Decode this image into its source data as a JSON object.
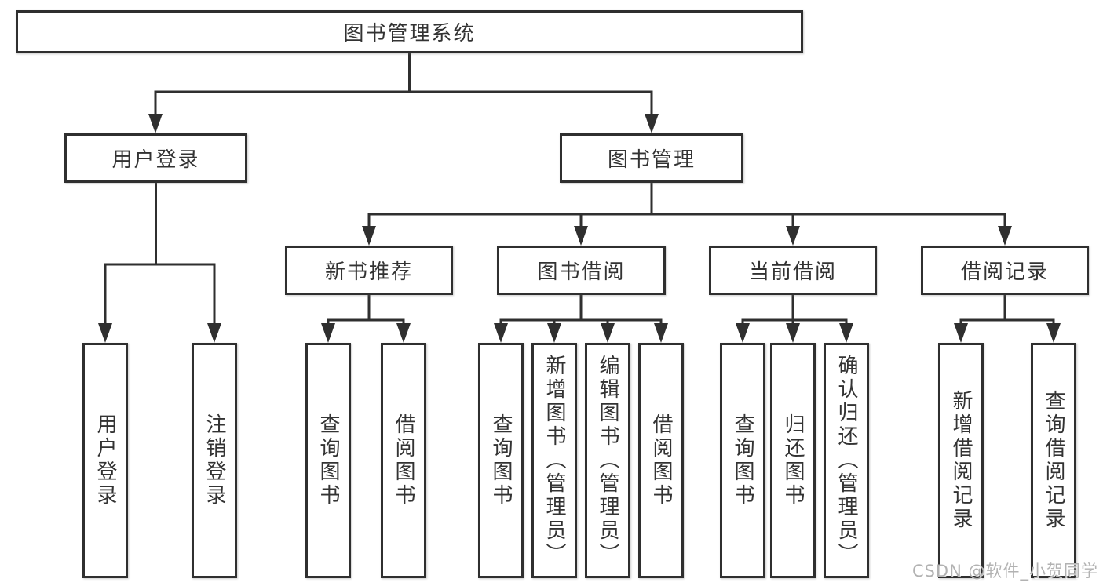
{
  "diagram": {
    "title": "图书管理系统",
    "type": "hierarchy-tree"
  },
  "tree": {
    "root": {
      "label": "图书管理系统"
    },
    "level2": [
      {
        "label": "用户登录"
      },
      {
        "label": "图书管理"
      }
    ],
    "level3": [
      {
        "label": "新书推荐",
        "parent": "图书管理"
      },
      {
        "label": "图书借阅",
        "parent": "图书管理"
      },
      {
        "label": "当前借阅",
        "parent": "图书管理"
      },
      {
        "label": "借阅记录",
        "parent": "图书管理"
      }
    ],
    "leaves": [
      {
        "label": "用户登录",
        "parent": "用户登录"
      },
      {
        "label": "注销登录",
        "parent": "用户登录"
      },
      {
        "label": "查询图书",
        "parent": "新书推荐"
      },
      {
        "label": "借阅图书",
        "parent": "新书推荐"
      },
      {
        "label": "查询图书",
        "parent": "图书借阅"
      },
      {
        "label": "新增图书（管理员）",
        "parent": "图书借阅"
      },
      {
        "label": "编辑图书（管理员）",
        "parent": "图书借阅"
      },
      {
        "label": "借阅图书",
        "parent": "图书借阅"
      },
      {
        "label": "查询图书",
        "parent": "当前借阅"
      },
      {
        "label": "归还图书",
        "parent": "当前借阅"
      },
      {
        "label": "确认归还（管理员）",
        "parent": "当前借阅"
      },
      {
        "label": "新增借阅记录",
        "parent": "借阅记录"
      },
      {
        "label": "查询借阅记录",
        "parent": "借阅记录"
      }
    ]
  },
  "watermark": {
    "text": "CSDN @软件_小贺同学"
  },
  "colors": {
    "line": "#2f2f2f",
    "text": "#333333",
    "box_background": "#ffffff",
    "page_background": "#ffffff",
    "watermark": "#b2b2b2"
  }
}
